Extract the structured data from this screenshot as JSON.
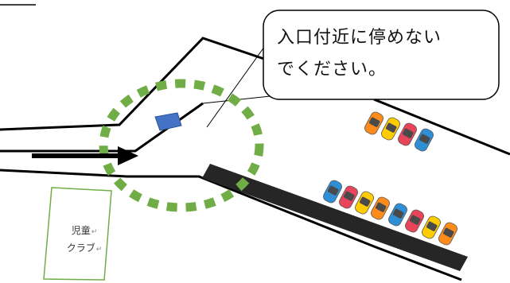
{
  "callout": {
    "line1": "入口付近に停めない",
    "line2": "でください。"
  },
  "building": {
    "line1": "児童",
    "line2": "クラブ",
    "paragraph_mark": "↵"
  },
  "colors": {
    "road_line": "#000000",
    "no_parking_circle": "#70ad47",
    "marker": "#4472c4",
    "parking_strip": "#262626",
    "building_border": "#70ad47",
    "arrow": "#000000",
    "car_colors": [
      "#ff8c1a",
      "#ffcc00",
      "#e8455a",
      "#2f8fd6"
    ]
  },
  "parking_rows": [
    {
      "cars": [
        "#ff8c1a",
        "#ffcc00",
        "#e8455a",
        "#2f8fd6"
      ]
    },
    {
      "cars": [
        "#2f8fd6",
        "#e8455a",
        "#ffcc00",
        "#ff8c1a"
      ]
    },
    {
      "cars": [
        "#2f8fd6",
        "#e8455a",
        "#ffcc00",
        "#ff8c1a"
      ]
    }
  ]
}
